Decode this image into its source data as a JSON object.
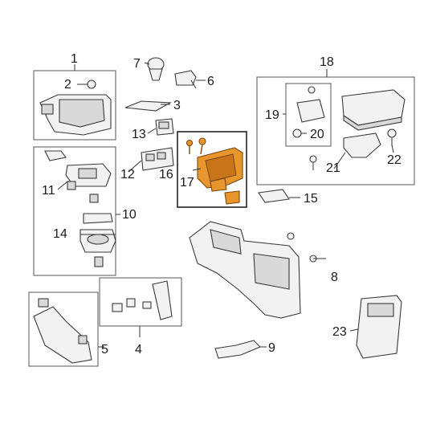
{
  "callouts": [
    "1",
    "2",
    "3",
    "4",
    "5",
    "6",
    "7",
    "8",
    "9",
    "10",
    "11",
    "12",
    "13",
    "14",
    "15",
    "16",
    "17",
    "18",
    "19",
    "20",
    "21",
    "22",
    "23"
  ],
  "colors": {
    "highlight": "#e8952e",
    "outline": "#3a3a3a",
    "background": "#ffffff"
  }
}
